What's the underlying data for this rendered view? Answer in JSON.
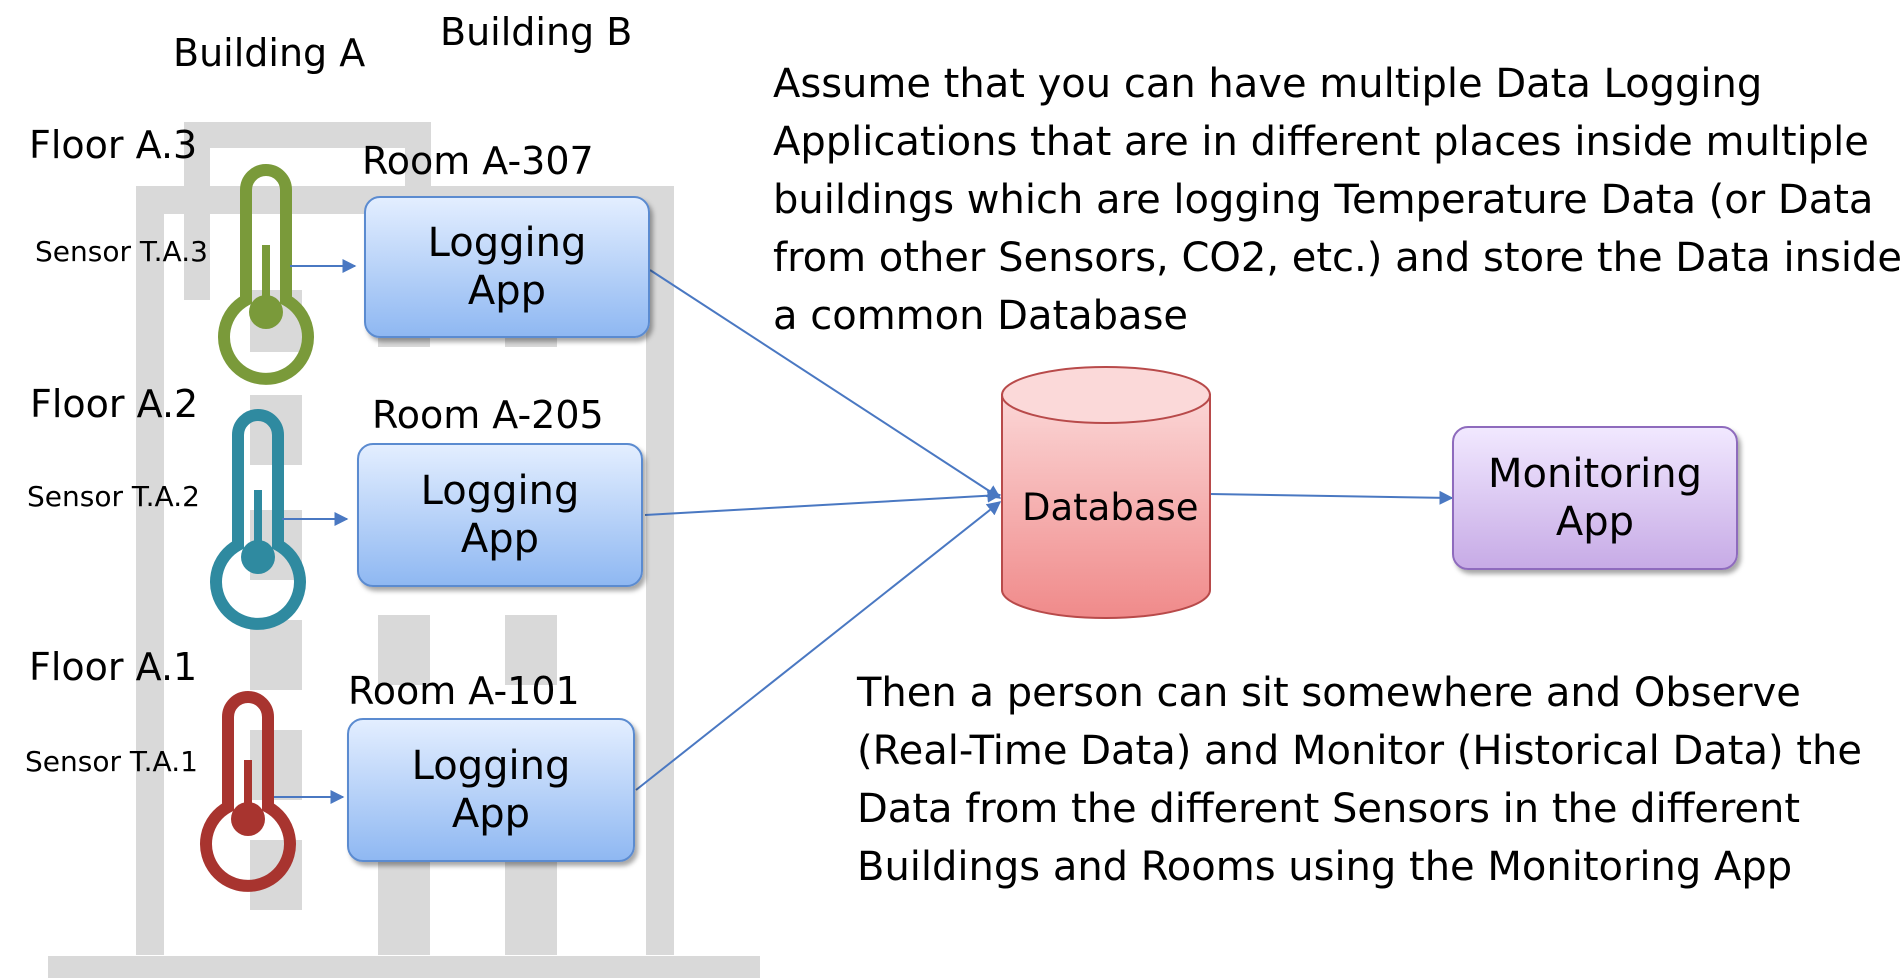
{
  "buildings": {
    "building_a": "Building A",
    "building_b": "Building B"
  },
  "floors": [
    {
      "floor": "Floor A.3",
      "room": "Room A-307",
      "sensor": "Sensor T.A.3",
      "color": "#7a9a3a"
    },
    {
      "floor": "Floor A.2",
      "room": "Room A-205",
      "sensor": "Sensor T.A.2",
      "color": "#2f8aa0"
    },
    {
      "floor": "Floor A.1",
      "room": "Room A-101",
      "sensor": "Sensor T.A.1",
      "color": "#a8342f"
    }
  ],
  "logging_app": {
    "line1": "Logging",
    "line2": "App"
  },
  "database": {
    "label": "Database",
    "color": "#f49a9a"
  },
  "monitoring_app": {
    "line1": "Monitoring",
    "line2": "App"
  },
  "description_top": [
    "Assume that you can have multiple Data Logging",
    "Applications that are in different places inside multiple",
    "buildings which are logging Temperature Data (or Data",
    "from other Sensors, CO2, etc.) and store the Data inside",
    "a common Database"
  ],
  "description_bottom": [
    "Then a person can sit somewhere and Observe",
    "(Real-Time Data) and Monitor (Historical Data) the",
    "Data from the different Sensors in the different",
    "Buildings and Rooms using the Monitoring App"
  ],
  "colors": {
    "arrow": "#4a78c2",
    "building": "#d9d9d9"
  }
}
